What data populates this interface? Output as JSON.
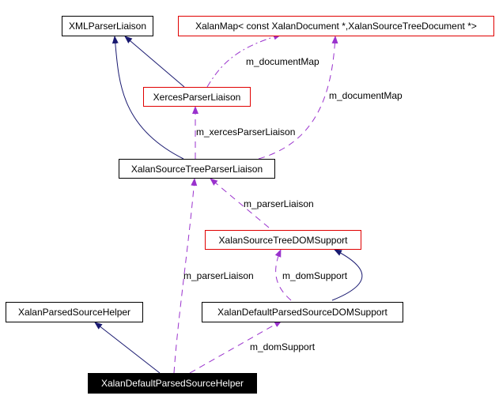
{
  "nodes": {
    "xml_parser_liaison": "XMLParserLiaison",
    "xalan_map": "XalanMap< const XalanDocument *,XalanSourceTreeDocument *>",
    "xerces_parser_liaison": "XercesParserLiaison",
    "xalan_source_tree_parser_liaison": "XalanSourceTreeParserLiaison",
    "xalan_source_tree_dom_support": "XalanSourceTreeDOMSupport",
    "xalan_parsed_source_helper": "XalanParsedSourceHelper",
    "xalan_default_parsed_source_dom_support": "XalanDefaultParsedSourceDOMSupport",
    "xalan_default_parsed_source_helper": "XalanDefaultParsedSourceHelper"
  },
  "edge_labels": {
    "m_documentMap_1": "m_documentMap",
    "m_documentMap_2": "m_documentMap",
    "m_xercesParserLiaison": "m_xercesParserLiaison",
    "m_parserLiaison_1": "m_parserLiaison",
    "m_parserLiaison_2": "m_parserLiaison",
    "m_domSupport_1": "m_domSupport",
    "m_domSupport_2": "m_domSupport"
  },
  "colors": {
    "inheritance_edge": "#191970",
    "member_edge": "#9a32cd",
    "template_border": "#e00000",
    "focus_fill": "#000000"
  }
}
